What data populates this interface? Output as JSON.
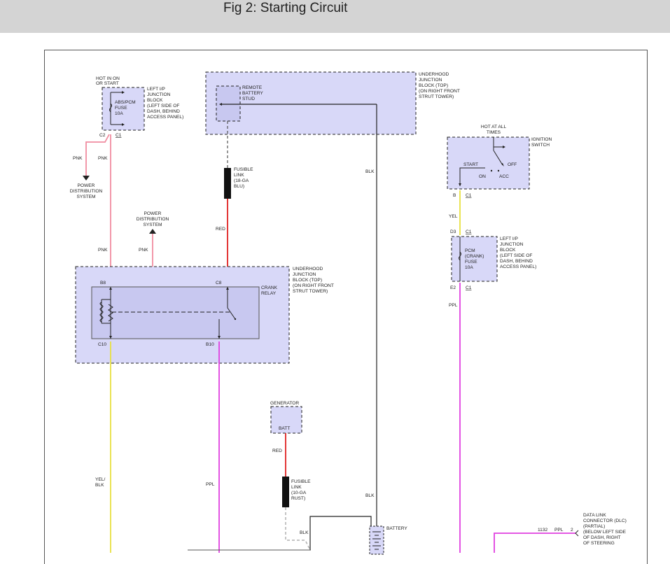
{
  "figure": {
    "title": "Fig 2: Starting Circuit"
  },
  "colors": {
    "box_fill": "#d8d8f8",
    "pink_wire": "#f08ca0",
    "red_wire": "#e02020",
    "purple_wire": "#e040e0",
    "yellow_wire": "#e8e040",
    "black_wire": "#222222",
    "gray_wire": "#b0b0b0"
  },
  "components": {
    "left_ip_junction_top": {
      "hot_label": [
        "HOT IN ON",
        "OR START"
      ],
      "fuse_label": [
        "ABS/PCM",
        "FUSE",
        "10A"
      ],
      "desc": [
        "LEFT I/P",
        "JUNCTION",
        "BLOCK",
        "(LEFT SIDE OF",
        "DASH, BEHIND",
        "ACCESS PANEL)"
      ],
      "pin_left": "C2",
      "pin_right": "C1"
    },
    "underhood_top": {
      "stud_label": [
        "REMOTE",
        "BATTERY",
        "STUD"
      ],
      "desc": [
        "UNDERHOOD",
        "JUNCTION",
        "BLOCK (TOP)",
        "(ON RIGHT FRONT",
        "STRUT TOWER)"
      ]
    },
    "power_dist_left": {
      "label": [
        "POWER",
        "DISTRIBUTION",
        "SYSTEM"
      ]
    },
    "power_dist_mid": {
      "label": [
        "POWER",
        "DISTRIBUTION",
        "SYSTEM"
      ]
    },
    "fusible_link_top": {
      "label": [
        "FUSIBLE",
        "LINK",
        "(18-GA",
        "BLU)"
      ]
    },
    "crank_relay_block": {
      "desc": [
        "UNDERHOOD",
        "JUNCTION",
        "BLOCK (TOP)",
        "(ON RIGHT FRONT",
        "STRUT TOWER)"
      ],
      "relay_label": [
        "CRANK",
        "RELAY"
      ],
      "pins": {
        "b8": "B8",
        "c8": "C8",
        "c10": "C10",
        "b10": "B10"
      }
    },
    "ignition_switch": {
      "hot_label": [
        "HOT AT ALL",
        "TIMES"
      ],
      "name": [
        "IGNITION",
        "SWITCH"
      ],
      "positions": {
        "start": "START",
        "off": "OFF",
        "on": "ON",
        "acc": "ACC"
      },
      "pin_left": "B",
      "pin_right": "C1"
    },
    "left_ip_junction_right": {
      "fuse_label": [
        "PCM",
        "(CRANK)",
        "FUSE",
        "10A"
      ],
      "desc": [
        "LEFT I/P",
        "JUNCTION",
        "BLOCK",
        "(LEFT SIDE OF",
        "DASH, BEHIND",
        "ACCESS PANEL)"
      ],
      "pin_top_left": "D3",
      "pin_top_right": "C1",
      "pin_bottom_left": "E2",
      "pin_bottom_right": "C1"
    },
    "generator": {
      "name": "GENERATOR",
      "terminal": "BATT"
    },
    "fusible_link_bottom": {
      "label": [
        "FUSIBLE",
        "LINK",
        "(10-GA",
        "RUST)"
      ]
    },
    "battery": {
      "name": "BATTERY"
    },
    "dlc": {
      "desc": [
        "DATA LINK",
        "CONNECTOR (DLC)",
        "(PARTIAL)",
        "(BELOW LEFT SIDE",
        "OF DASH, RIGHT",
        "OF STEERING"
      ],
      "circuit": "1132",
      "color": "PPL",
      "pin": "2"
    }
  },
  "wire_labels": {
    "pnk_a": "PNK",
    "pnk_b": "PNK",
    "pnk_c": "PNK",
    "pnk_d": "PNK",
    "red_top": "RED",
    "blk_top": "BLK",
    "yel_right": "YEL",
    "ppl_right": "PPL",
    "yel_blk": [
      "YEL/",
      "BLK"
    ],
    "ppl_mid": "PPL",
    "red_gen": "RED",
    "blk_bottom": "BLK",
    "blk_lower": "BLK"
  }
}
